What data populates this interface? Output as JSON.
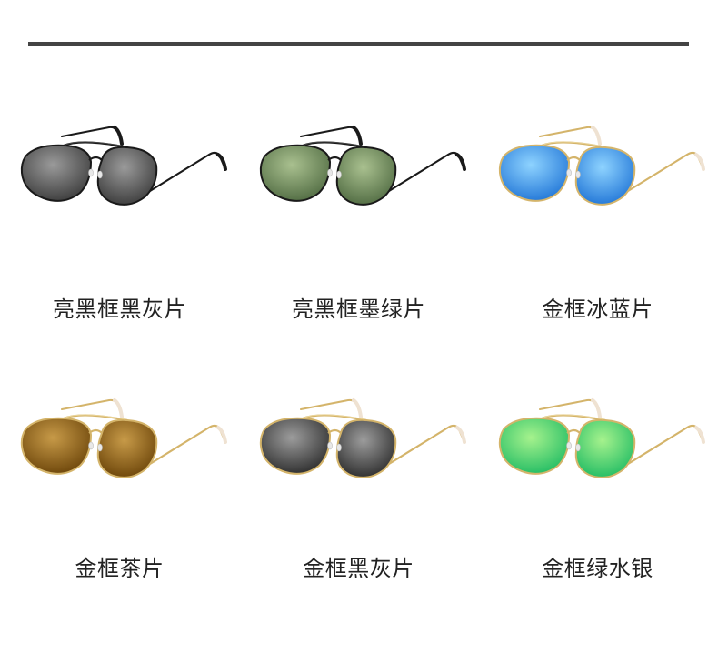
{
  "products": [
    {
      "label": "亮黑框黑灰片",
      "frame": "#1a1a1a",
      "frame_hi": "#555555",
      "lens_edge": "#3a3a3a",
      "lens_center": "#9a9a9a",
      "tip": "#1a1a1a"
    },
    {
      "label": "亮黑框墨绿片",
      "frame": "#1a1a1a",
      "frame_hi": "#555555",
      "lens_edge": "#4f6a41",
      "lens_center": "#a9c08f",
      "tip": "#1a1a1a"
    },
    {
      "label": "金框冰蓝片",
      "frame": "#d4b46a",
      "frame_hi": "#f3e0a8",
      "lens_edge": "#1f74d6",
      "lens_center": "#8ed3ff",
      "tip": "#efe2d2"
    },
    {
      "label": "金框茶片",
      "frame": "#d4b46a",
      "frame_hi": "#f3e0a8",
      "lens_edge": "#6a4308",
      "lens_center": "#c79a48",
      "tip": "#efe2d2"
    },
    {
      "label": "金框黑灰片",
      "frame": "#d4b46a",
      "frame_hi": "#f3e0a8",
      "lens_edge": "#2a2a2a",
      "lens_center": "#9c9c9c",
      "tip": "#efe2d2"
    },
    {
      "label": "金框绿水银",
      "frame": "#d4b46a",
      "frame_hi": "#f3e0a8",
      "lens_edge": "#1fbb63",
      "lens_center": "#a6f28d",
      "tip": "#efe2d2"
    }
  ]
}
